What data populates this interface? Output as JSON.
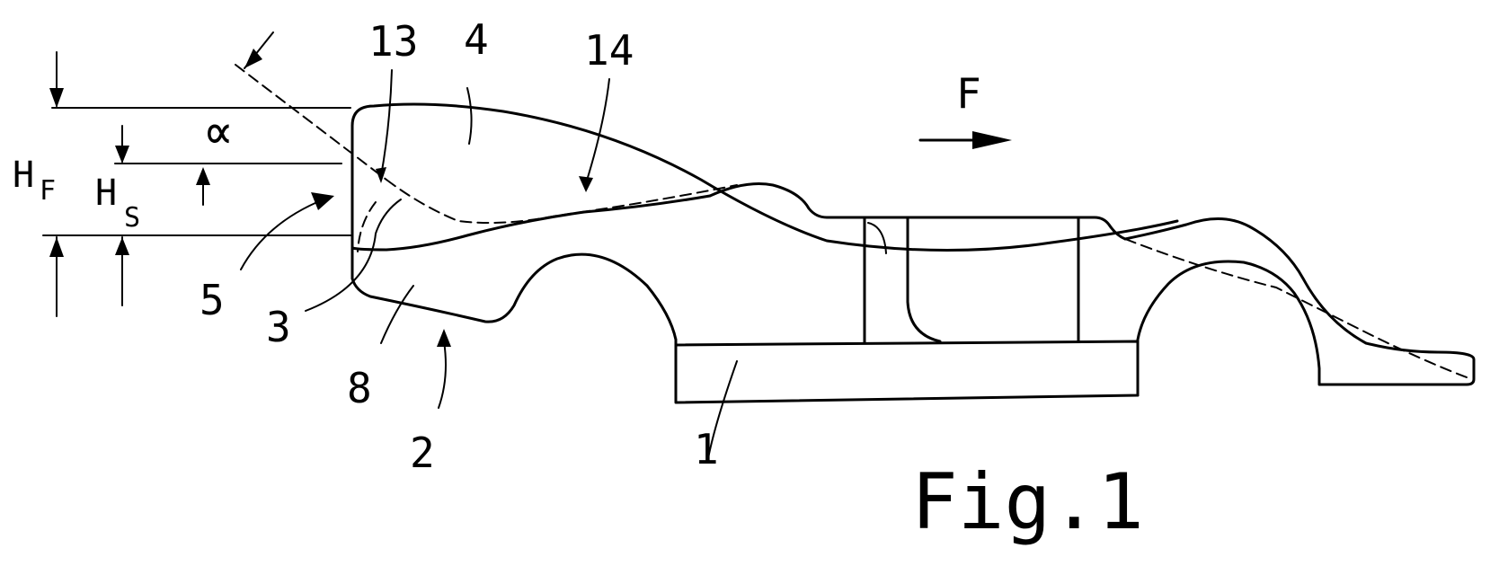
{
  "figure": {
    "caption": "Fig.1",
    "direction_label": "F",
    "dimension_labels": {
      "hf_main": "H",
      "hf_sub": "F",
      "hs_main": "H",
      "hs_sub": "S",
      "angle": "∝"
    },
    "reference_numerals": {
      "n1": "1",
      "n2": "2",
      "n3": "3",
      "n4": "4",
      "n5": "5",
      "n8": "8",
      "n13": "13",
      "n14": "14"
    }
  }
}
